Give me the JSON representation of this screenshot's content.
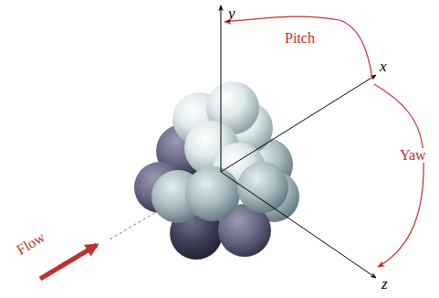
{
  "diagram": {
    "labels": [
      "y",
      "x",
      "Pitch",
      "Yaw",
      "z",
      "Flow"
    ]
  }
}
